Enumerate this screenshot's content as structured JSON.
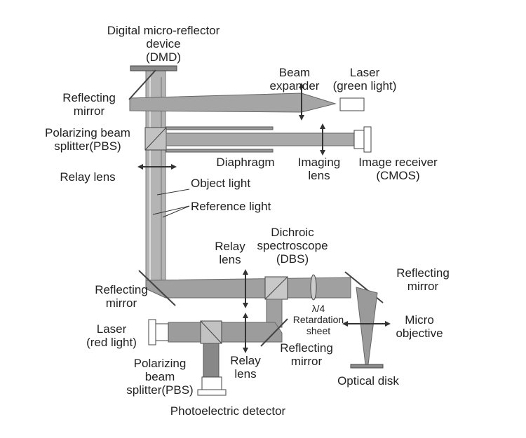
{
  "labels": {
    "dmd": [
      "Digital micro-reflector",
      "device",
      "(DMD)"
    ],
    "beam_expander": [
      "Beam",
      "expander"
    ],
    "laser_green": [
      "Laser",
      "(green light)"
    ],
    "reflecting_mirror_top": [
      "Reflecting",
      "mirror"
    ],
    "pbs_top": [
      "Polarizing beam",
      "splitter(PBS)"
    ],
    "relay_lens_left": [
      "Relay lens"
    ],
    "diaphragm": [
      "Diaphragm"
    ],
    "imaging_lens": [
      "Imaging",
      "lens"
    ],
    "image_receiver": [
      "Image receiver",
      "(CMOS)"
    ],
    "object_light": [
      "Object light"
    ],
    "reference_light": [
      "Reference light"
    ],
    "dichroic": [
      "Dichroic",
      "spectroscope",
      "(DBS)"
    ],
    "relay_lens_mid": [
      "Relay",
      "lens"
    ],
    "reflecting_mirror_right": [
      "Reflecting",
      "mirror"
    ],
    "reflecting_mirror_left": [
      "Reflecting",
      "mirror"
    ],
    "retardation": [
      "λ/4",
      "Retardation",
      "sheet"
    ],
    "micro_objective": [
      "Micro",
      "objective"
    ],
    "laser_red": [
      "Laser",
      "(red light)"
    ],
    "reflecting_mirror_bottom": [
      "Reflecting",
      "mirror"
    ],
    "pbs_bottom": [
      "Polarizing",
      "beam",
      "splitter(PBS)"
    ],
    "relay_lens_bottom": [
      "Relay",
      "lens"
    ],
    "optical_disk": [
      "Optical disk"
    ],
    "photo_detector": [
      "Photoelectric detector"
    ]
  },
  "colors": {
    "beam": "#a9a9a9",
    "beam_dark": "#6f6f6f",
    "component": "#8a8a8a",
    "line": "#333333"
  }
}
